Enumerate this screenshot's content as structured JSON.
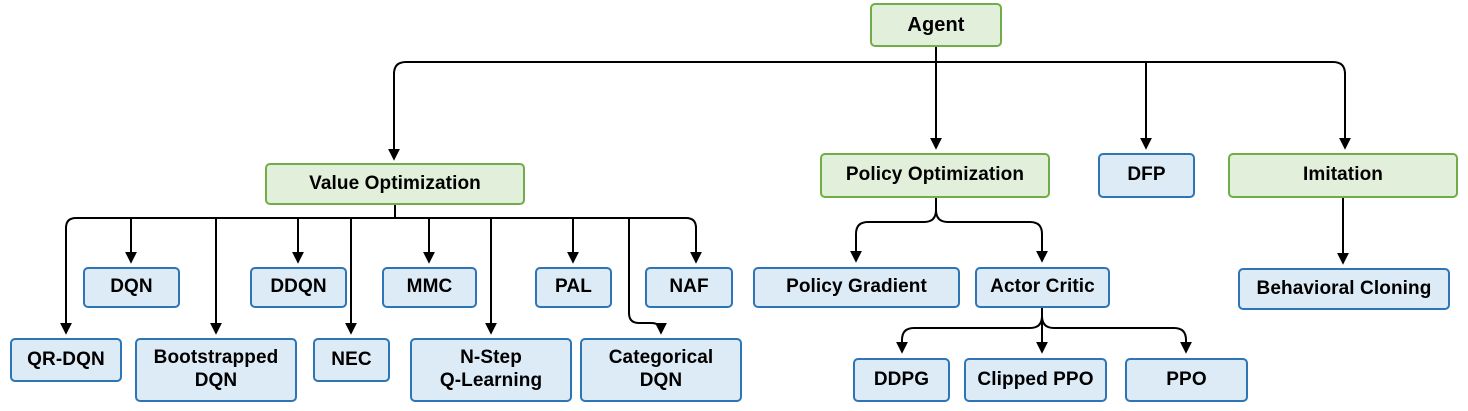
{
  "diagram_type": "tree",
  "colors": {
    "green_border": "#70AD47",
    "green_fill": "#E2EFDA",
    "blue_border": "#2E75B6",
    "blue_fill": "#DDEBF7",
    "line": "#000000",
    "text": "#000000",
    "background": "#FFFFFF"
  },
  "nodes": {
    "agent": {
      "label": "Agent",
      "category": "green"
    },
    "value_optimization": {
      "label": "Value Optimization",
      "category": "green"
    },
    "policy_optimization": {
      "label": "Policy Optimization",
      "category": "green"
    },
    "dfp": {
      "label": "DFP",
      "category": "blue"
    },
    "imitation": {
      "label": "Imitation",
      "category": "green"
    },
    "dqn": {
      "label": "DQN",
      "category": "blue"
    },
    "ddqn": {
      "label": "DDQN",
      "category": "blue"
    },
    "mmc": {
      "label": "MMC",
      "category": "blue"
    },
    "pal": {
      "label": "PAL",
      "category": "blue"
    },
    "naf": {
      "label": "NAF",
      "category": "blue"
    },
    "qr_dqn": {
      "label": "QR-DQN",
      "category": "blue"
    },
    "bootstrapped_dqn": {
      "label": "Bootstrapped\nDQN",
      "category": "blue"
    },
    "nec": {
      "label": "NEC",
      "category": "blue"
    },
    "n_step_q_learning": {
      "label": "N-Step\nQ-Learning",
      "category": "blue"
    },
    "categorical_dqn": {
      "label": "Categorical\nDQN",
      "category": "blue"
    },
    "policy_gradient": {
      "label": "Policy Gradient",
      "category": "blue"
    },
    "actor_critic": {
      "label": "Actor Critic",
      "category": "blue"
    },
    "behavioral_cloning": {
      "label": "Behavioral Cloning",
      "category": "blue"
    },
    "ddpg": {
      "label": "DDPG",
      "category": "blue"
    },
    "clipped_ppo": {
      "label": "Clipped PPO",
      "category": "blue"
    },
    "ppo": {
      "label": "PPO",
      "category": "blue"
    }
  },
  "edges": [
    [
      "agent",
      "value_optimization"
    ],
    [
      "agent",
      "policy_optimization"
    ],
    [
      "agent",
      "dfp"
    ],
    [
      "agent",
      "imitation"
    ],
    [
      "value_optimization",
      "qr_dqn"
    ],
    [
      "value_optimization",
      "dqn"
    ],
    [
      "value_optimization",
      "bootstrapped_dqn"
    ],
    [
      "value_optimization",
      "ddqn"
    ],
    [
      "value_optimization",
      "nec"
    ],
    [
      "value_optimization",
      "mmc"
    ],
    [
      "value_optimization",
      "n_step_q_learning"
    ],
    [
      "value_optimization",
      "pal"
    ],
    [
      "value_optimization",
      "categorical_dqn"
    ],
    [
      "value_optimization",
      "naf"
    ],
    [
      "policy_optimization",
      "policy_gradient"
    ],
    [
      "policy_optimization",
      "actor_critic"
    ],
    [
      "actor_critic",
      "ddpg"
    ],
    [
      "actor_critic",
      "clipped_ppo"
    ],
    [
      "actor_critic",
      "ppo"
    ],
    [
      "imitation",
      "behavioral_cloning"
    ]
  ]
}
